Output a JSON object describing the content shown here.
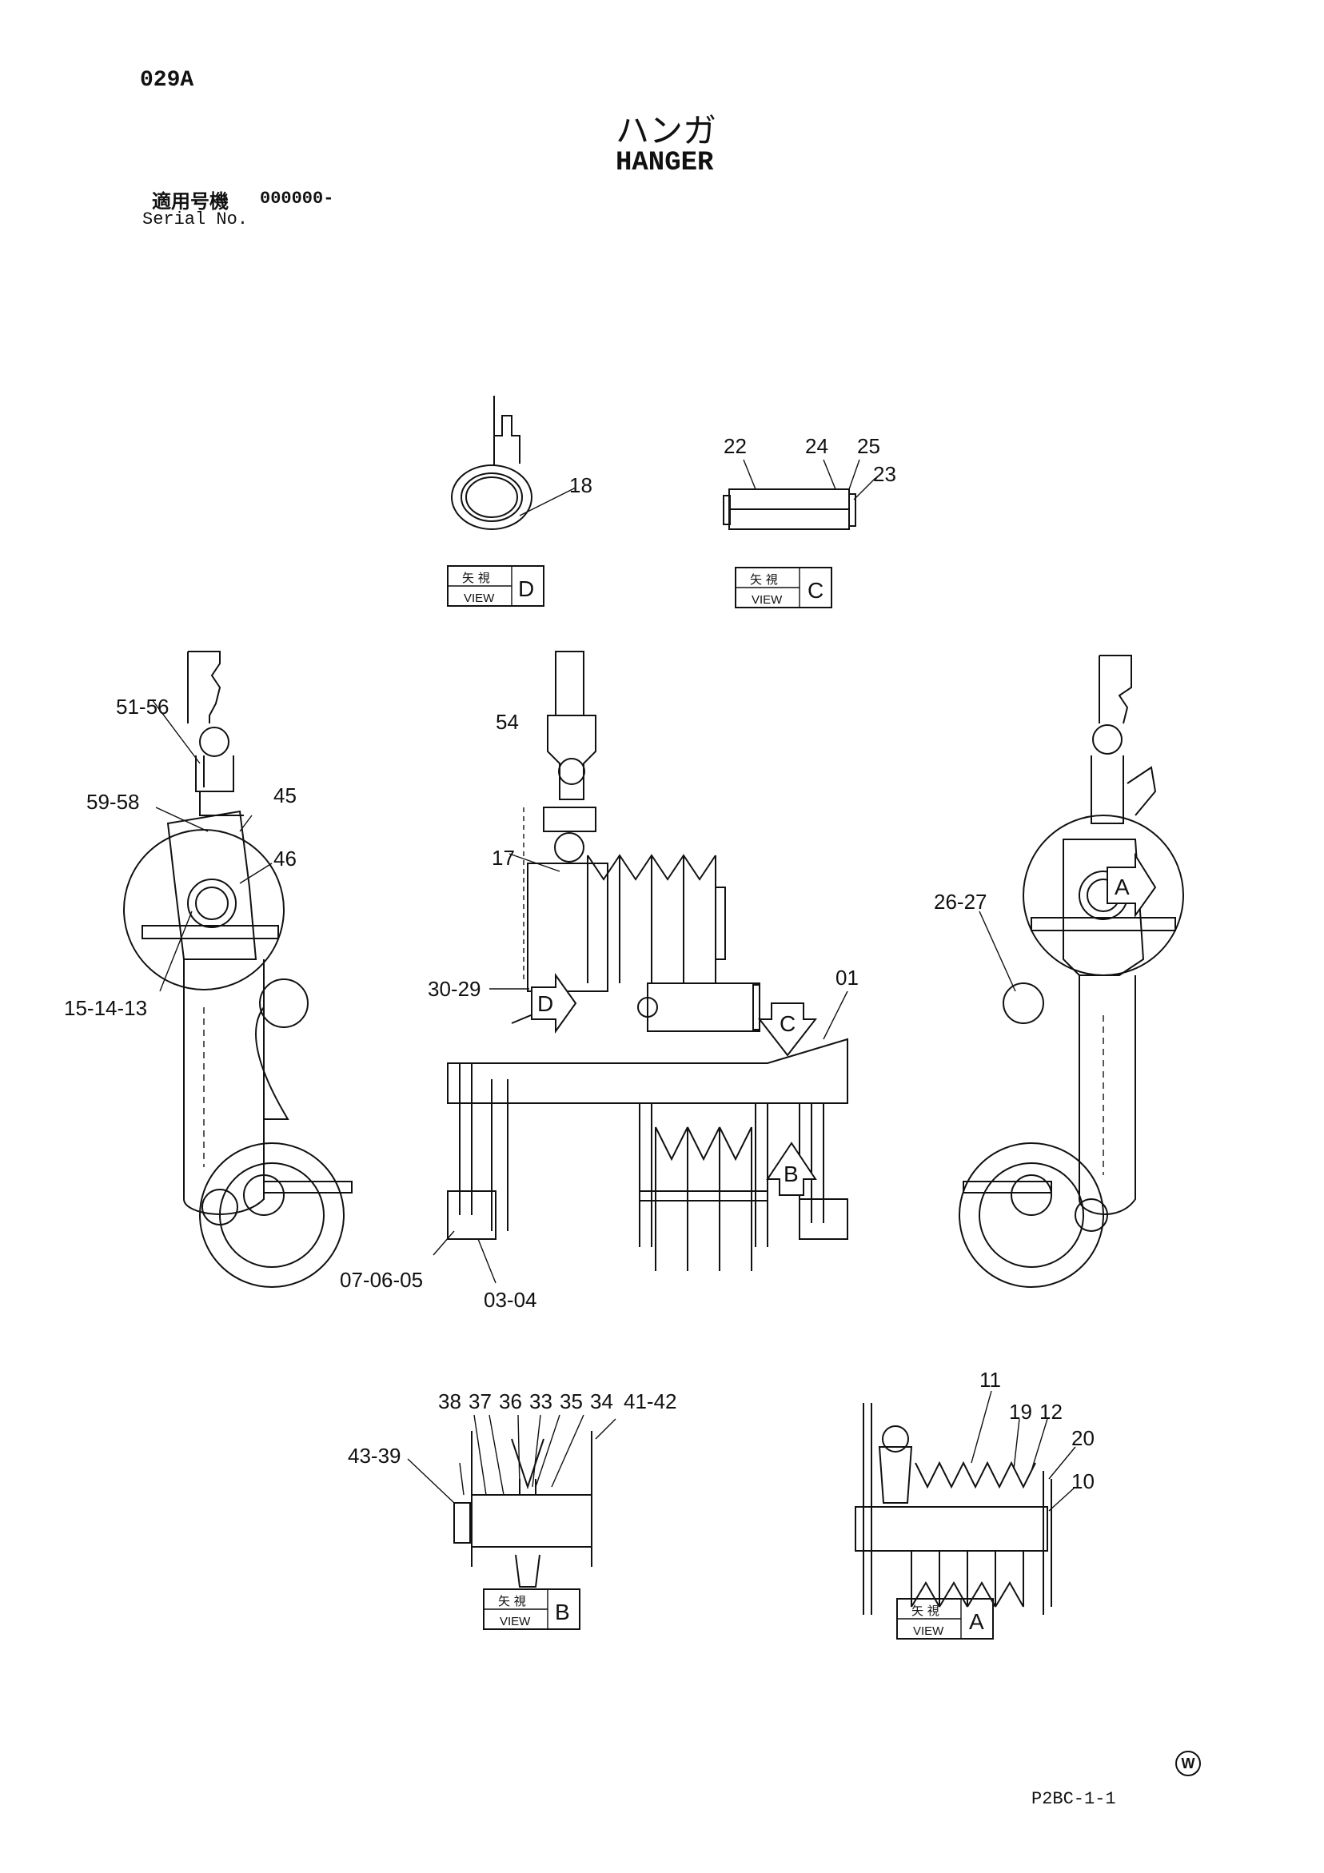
{
  "header": {
    "page_code": "029A",
    "title_jp": "ハンガ",
    "title_en": "HANGER",
    "serial_label_jp": "適用号機",
    "serial_value": "000000-",
    "serial_label_en": "Serial No."
  },
  "footer": {
    "sheet_id": "P2BC-1-1",
    "watermark_mark": "W"
  },
  "view_boxes": [
    {
      "jp": "矢 視",
      "en": "VIEW",
      "letter": "D"
    },
    {
      "jp": "矢 視",
      "en": "VIEW",
      "letter": "C"
    },
    {
      "jp": "矢 視",
      "en": "VIEW",
      "letter": "B"
    },
    {
      "jp": "矢 視",
      "en": "VIEW",
      "letter": "A"
    }
  ],
  "view_arrows": [
    "A",
    "D",
    "C",
    "B"
  ],
  "part_labels": {
    "view_d": [
      "18"
    ],
    "view_c": [
      "22",
      "24",
      "25",
      "23"
    ],
    "left_side": [
      "51-56",
      "59-58",
      "45",
      "46",
      "15-14-13"
    ],
    "front": [
      "54",
      "17",
      "30-29",
      "01",
      "07-06-05",
      "03-04"
    ],
    "right_side": [
      "26-27"
    ],
    "view_b": [
      "38",
      "37",
      "36",
      "33",
      "35",
      "34",
      "41-42",
      "43-39"
    ],
    "view_a": [
      "11",
      "19",
      "12",
      "20",
      "10"
    ]
  },
  "colors": {
    "ink": "#111111",
    "paper": "#ffffff"
  }
}
